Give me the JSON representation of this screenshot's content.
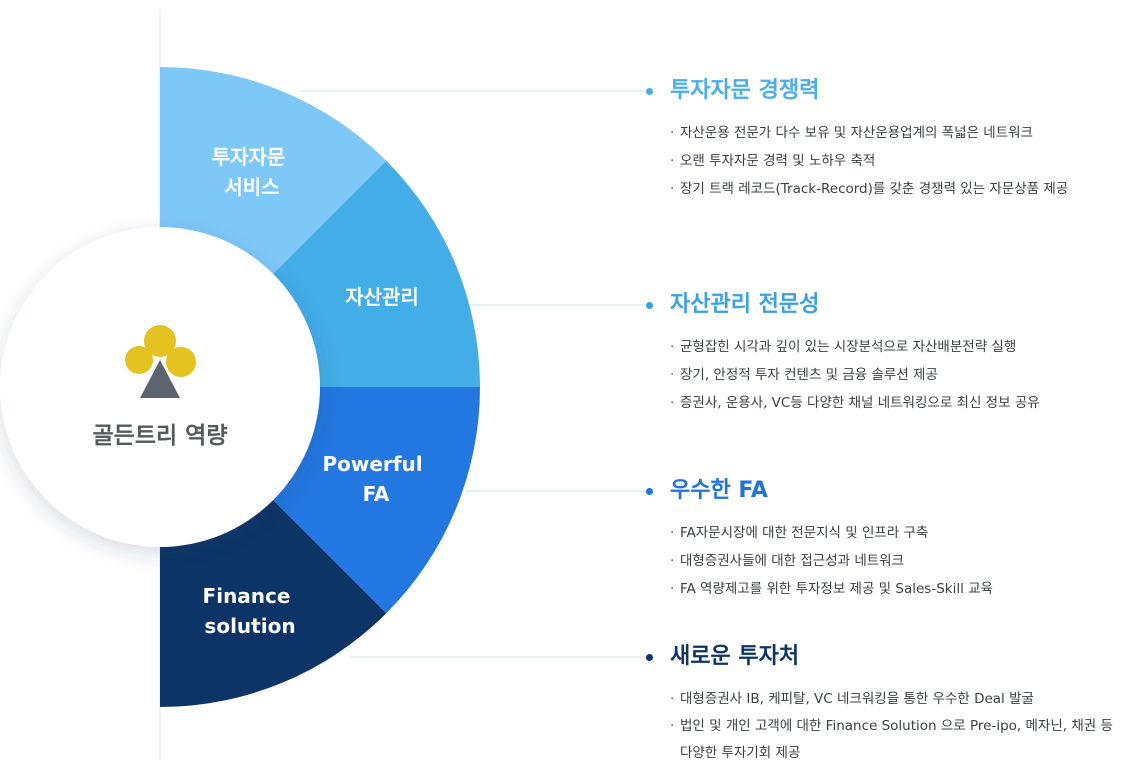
{
  "center": {
    "label": "골든트리 역량",
    "logo_icon": "golden-tree-clover-icon",
    "logo_colors": {
      "leaf": "#e4c21f",
      "trunk": "#5c6470"
    }
  },
  "segments": [
    {
      "label_lines": [
        "투자자문",
        "서비스"
      ],
      "color": "#7ec8f8"
    },
    {
      "label_lines": [
        "자산관리"
      ],
      "color": "#43ade8"
    },
    {
      "label_lines": [
        "Powerful",
        "FA"
      ],
      "color": "#2377e0"
    },
    {
      "label_lines": [
        "Finance",
        "solution"
      ],
      "color": "#0c3466"
    }
  ],
  "sections": [
    {
      "title": "투자자문 경쟁력",
      "color": "#4badea",
      "bullets": [
        "자산운용 전문가 다수 보유 및 자산운용업계의 폭넓은 네트워크",
        "오랜 투자자문 경력 및 노하우 축적",
        "장기 트랙 레코드(Track-Record)를 갖춘 경쟁력 있는 자문상품 제공"
      ]
    },
    {
      "title": "자산관리 전문성",
      "color": "#3aa2e4",
      "bullets": [
        "균형잡힌 시각과 깊이 있는 시장분석으로 자산배분전략 실행",
        "장기, 안정적 투자 컨텐츠 및 금융 솔루션 제공",
        "증권사, 운용사, VC등 다양한 채널 네트워킹으로 최신 정보 공유"
      ]
    },
    {
      "title": "우수한 FA",
      "color": "#1f74dc",
      "bullets": [
        "FA자문시장에 대한 전문지식 및 인프라 구축",
        "대형증권사들에 대한 접근성과 네트워크",
        "FA 역량제고를 위한 투자정보 제공 및 Sales-Skill 교육"
      ]
    },
    {
      "title": "새로운 투자처",
      "color": "#0e3566",
      "bullets": [
        "대형증권사 IB, 케피탈, VC 네크워킹을 통한 우수한 Deal 발굴",
        "법인 및 개인 고객에 대한 Finance Solution 으로 Pre-ipo, 메자닌, 채권 등 다양한 투자기회 제공"
      ]
    }
  ]
}
